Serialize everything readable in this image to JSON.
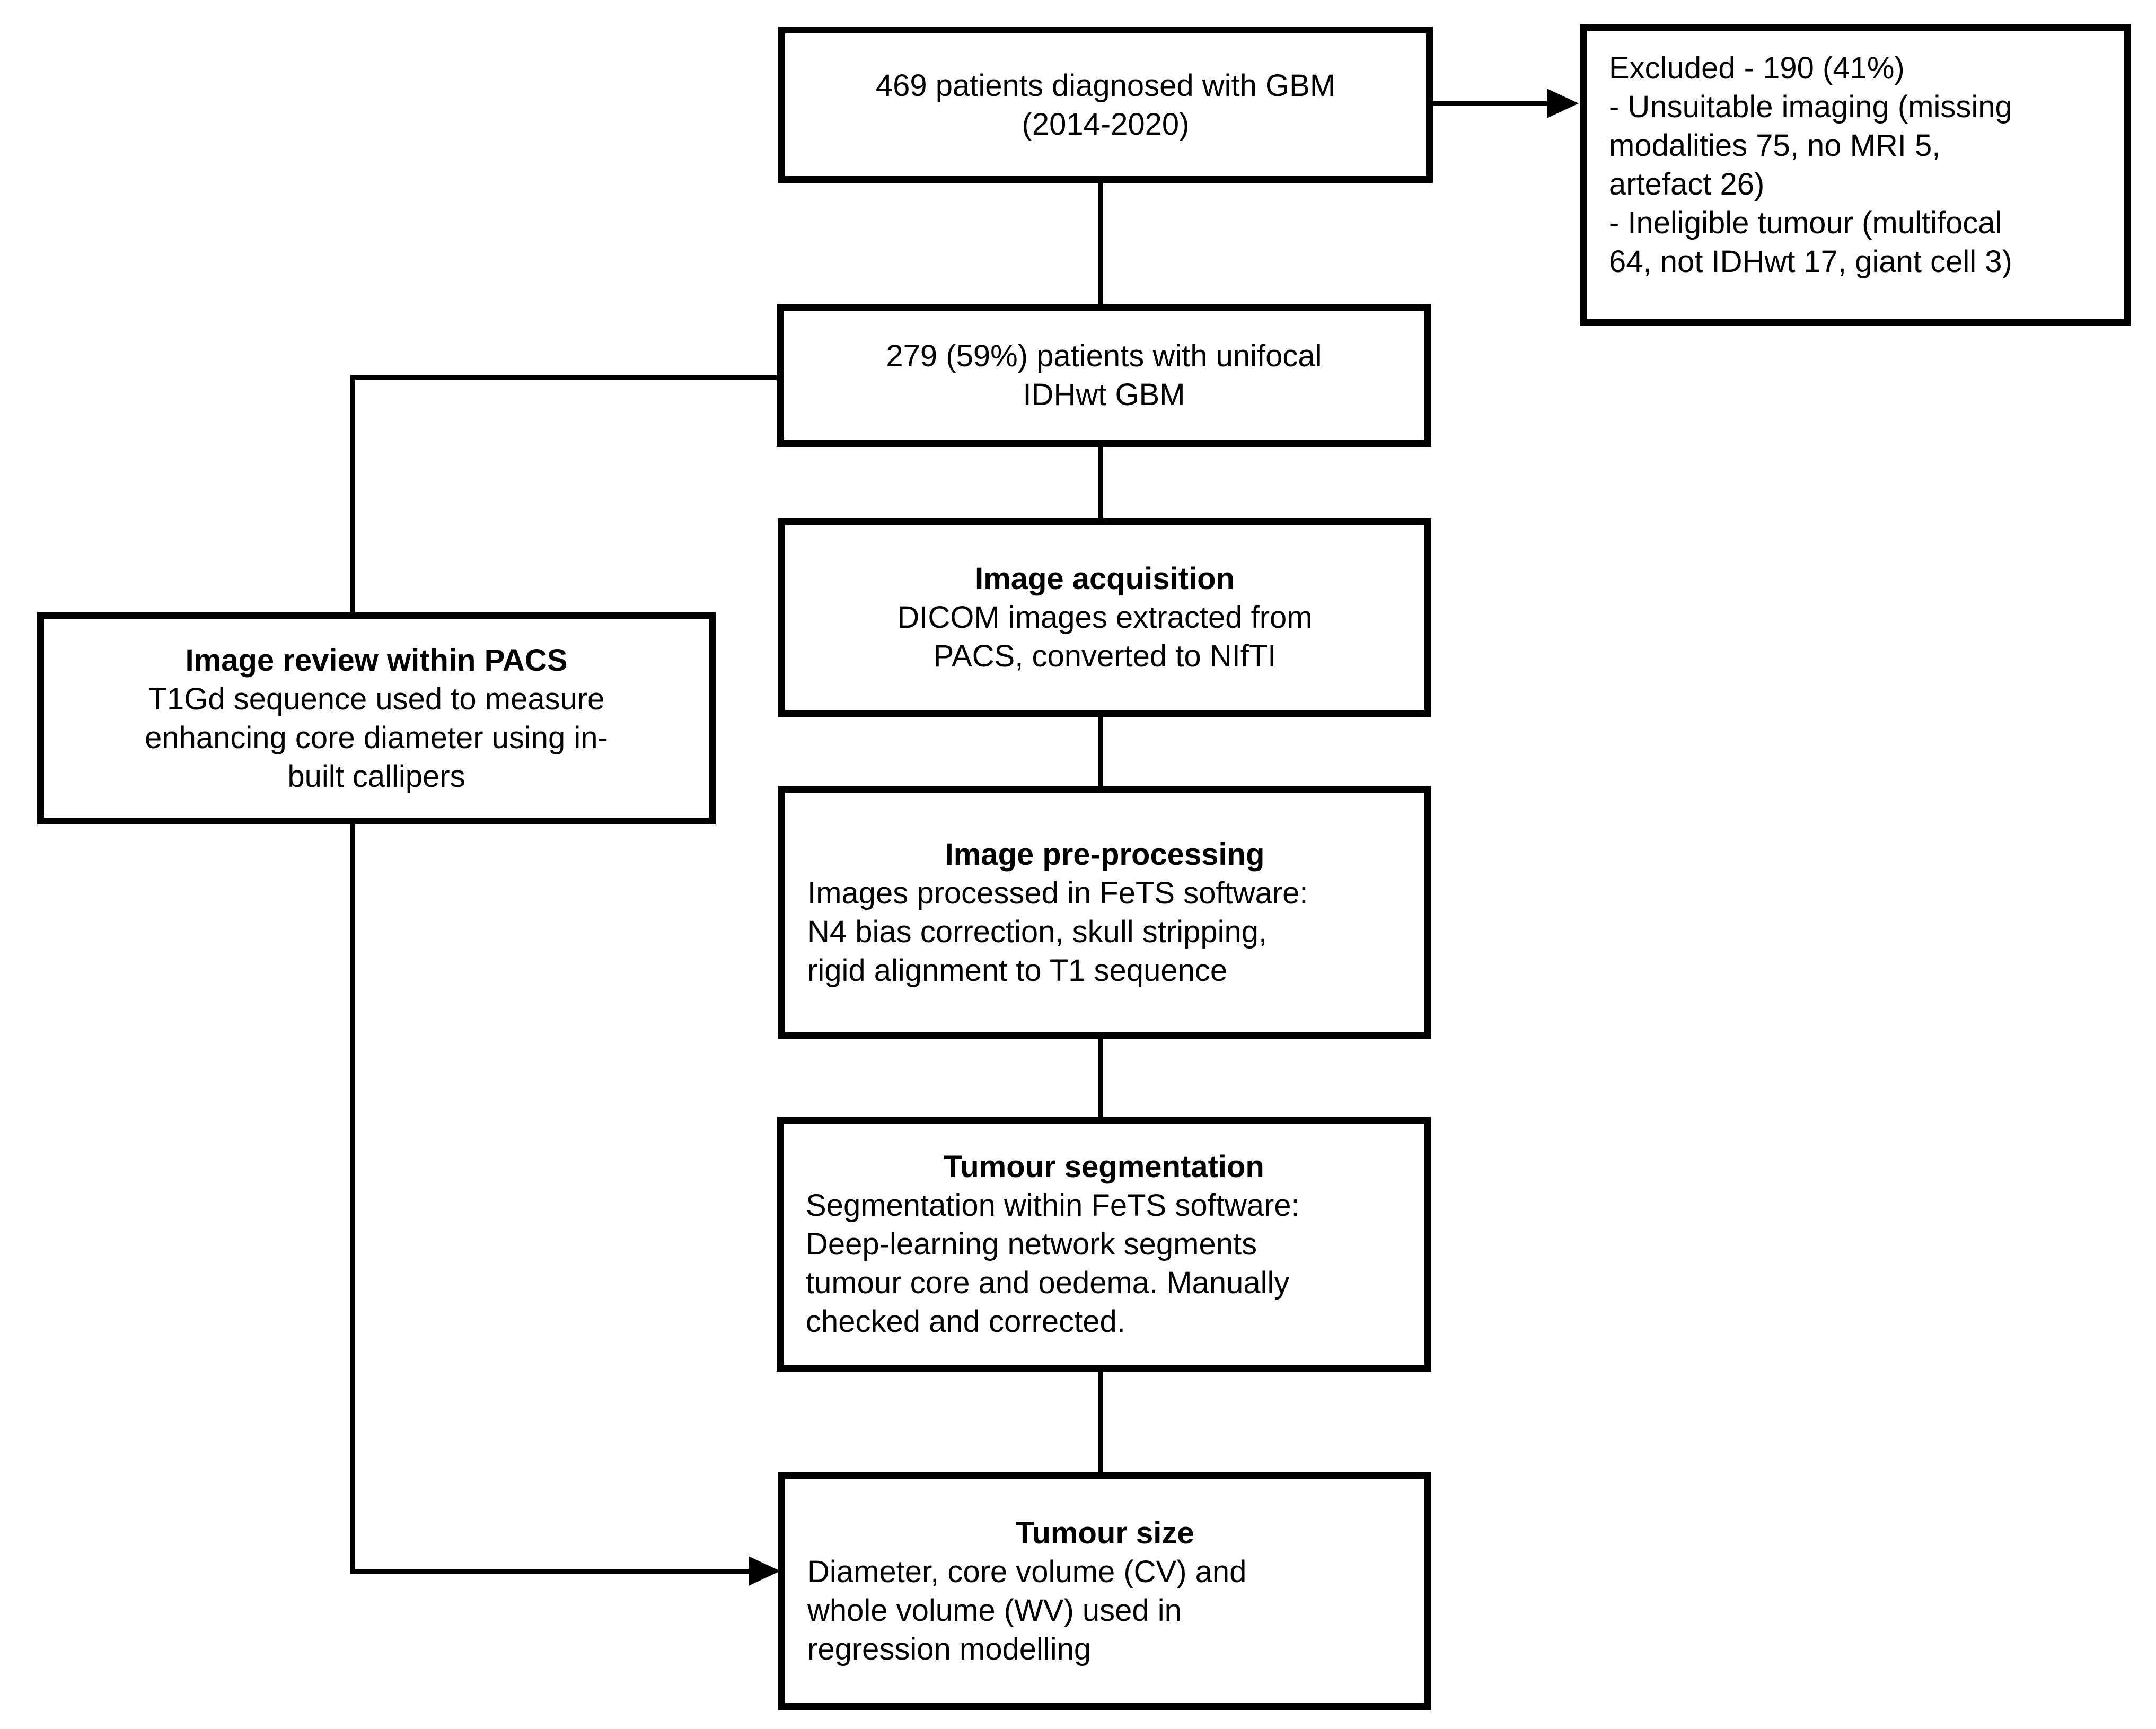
{
  "diagram": {
    "type": "flowchart",
    "colors": {
      "box_border": "#000000",
      "box_fill": "#ffffff",
      "text": "#000000",
      "connector": "#000000"
    },
    "nodes": {
      "start": {
        "lines": [
          "469 patients diagnosed with GBM",
          "(2014-2020)"
        ]
      },
      "excluded": {
        "lines": [
          "Excluded - 190 (41%)",
          "- Unsuitable imaging (missing",
          "modalities 75, no MRI 5,",
          "artefact 26)",
          "- Ineligible tumour (multifocal",
          "64, not IDHwt 17, giant cell 3)"
        ]
      },
      "unifocal": {
        "lines": [
          "279 (59%) patients with unifocal",
          "IDHwt GBM"
        ]
      },
      "acquisition": {
        "title": "Image acquisition",
        "lines": [
          "DICOM images extracted from",
          "PACS, converted to NIfTI"
        ]
      },
      "review": {
        "title": "Image review within PACS",
        "lines": [
          "T1Gd sequence used to measure",
          "enhancing core diameter using in-",
          "built callipers"
        ]
      },
      "preprocessing": {
        "title": "Image pre-processing",
        "lines": [
          "Images processed in FeTS software:",
          "N4 bias correction, skull stripping,",
          "rigid alignment to T1 sequence"
        ]
      },
      "segmentation": {
        "title": "Tumour segmentation",
        "lines": [
          "Segmentation within FeTS software:",
          "Deep-learning network segments",
          "tumour core and oedema. Manually",
          "checked and corrected."
        ]
      },
      "size": {
        "title": "Tumour size",
        "lines": [
          "Diameter, core volume (CV) and",
          "whole volume (WV) used in",
          "regression modelling"
        ]
      }
    }
  }
}
